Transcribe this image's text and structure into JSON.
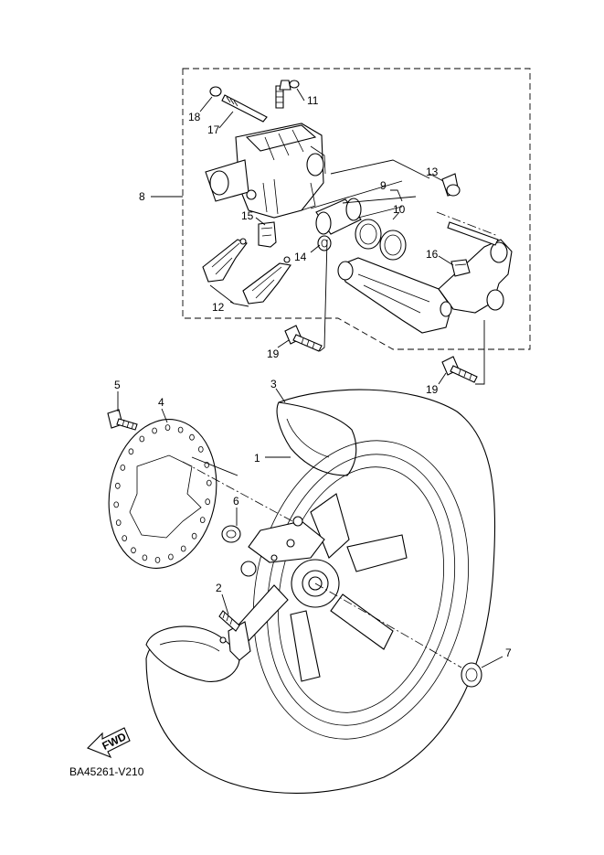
{
  "diagram": {
    "code": "BA45261-V210",
    "fwd_label": "FWD",
    "callouts": [
      {
        "id": "1",
        "label": "1"
      },
      {
        "id": "2",
        "label": "2"
      },
      {
        "id": "3",
        "label": "3"
      },
      {
        "id": "4",
        "label": "4"
      },
      {
        "id": "5",
        "label": "5"
      },
      {
        "id": "6",
        "label": "6"
      },
      {
        "id": "7",
        "label": "7"
      },
      {
        "id": "8",
        "label": "8"
      },
      {
        "id": "9",
        "label": "9"
      },
      {
        "id": "10",
        "label": "10"
      },
      {
        "id": "11",
        "label": "11"
      },
      {
        "id": "12",
        "label": "12"
      },
      {
        "id": "13",
        "label": "13"
      },
      {
        "id": "14",
        "label": "14"
      },
      {
        "id": "15",
        "label": "15"
      },
      {
        "id": "16",
        "label": "16"
      },
      {
        "id": "17",
        "label": "17"
      },
      {
        "id": "18",
        "label": "18"
      },
      {
        "id": "19a",
        "label": "19"
      },
      {
        "id": "19b",
        "label": "19"
      }
    ]
  }
}
